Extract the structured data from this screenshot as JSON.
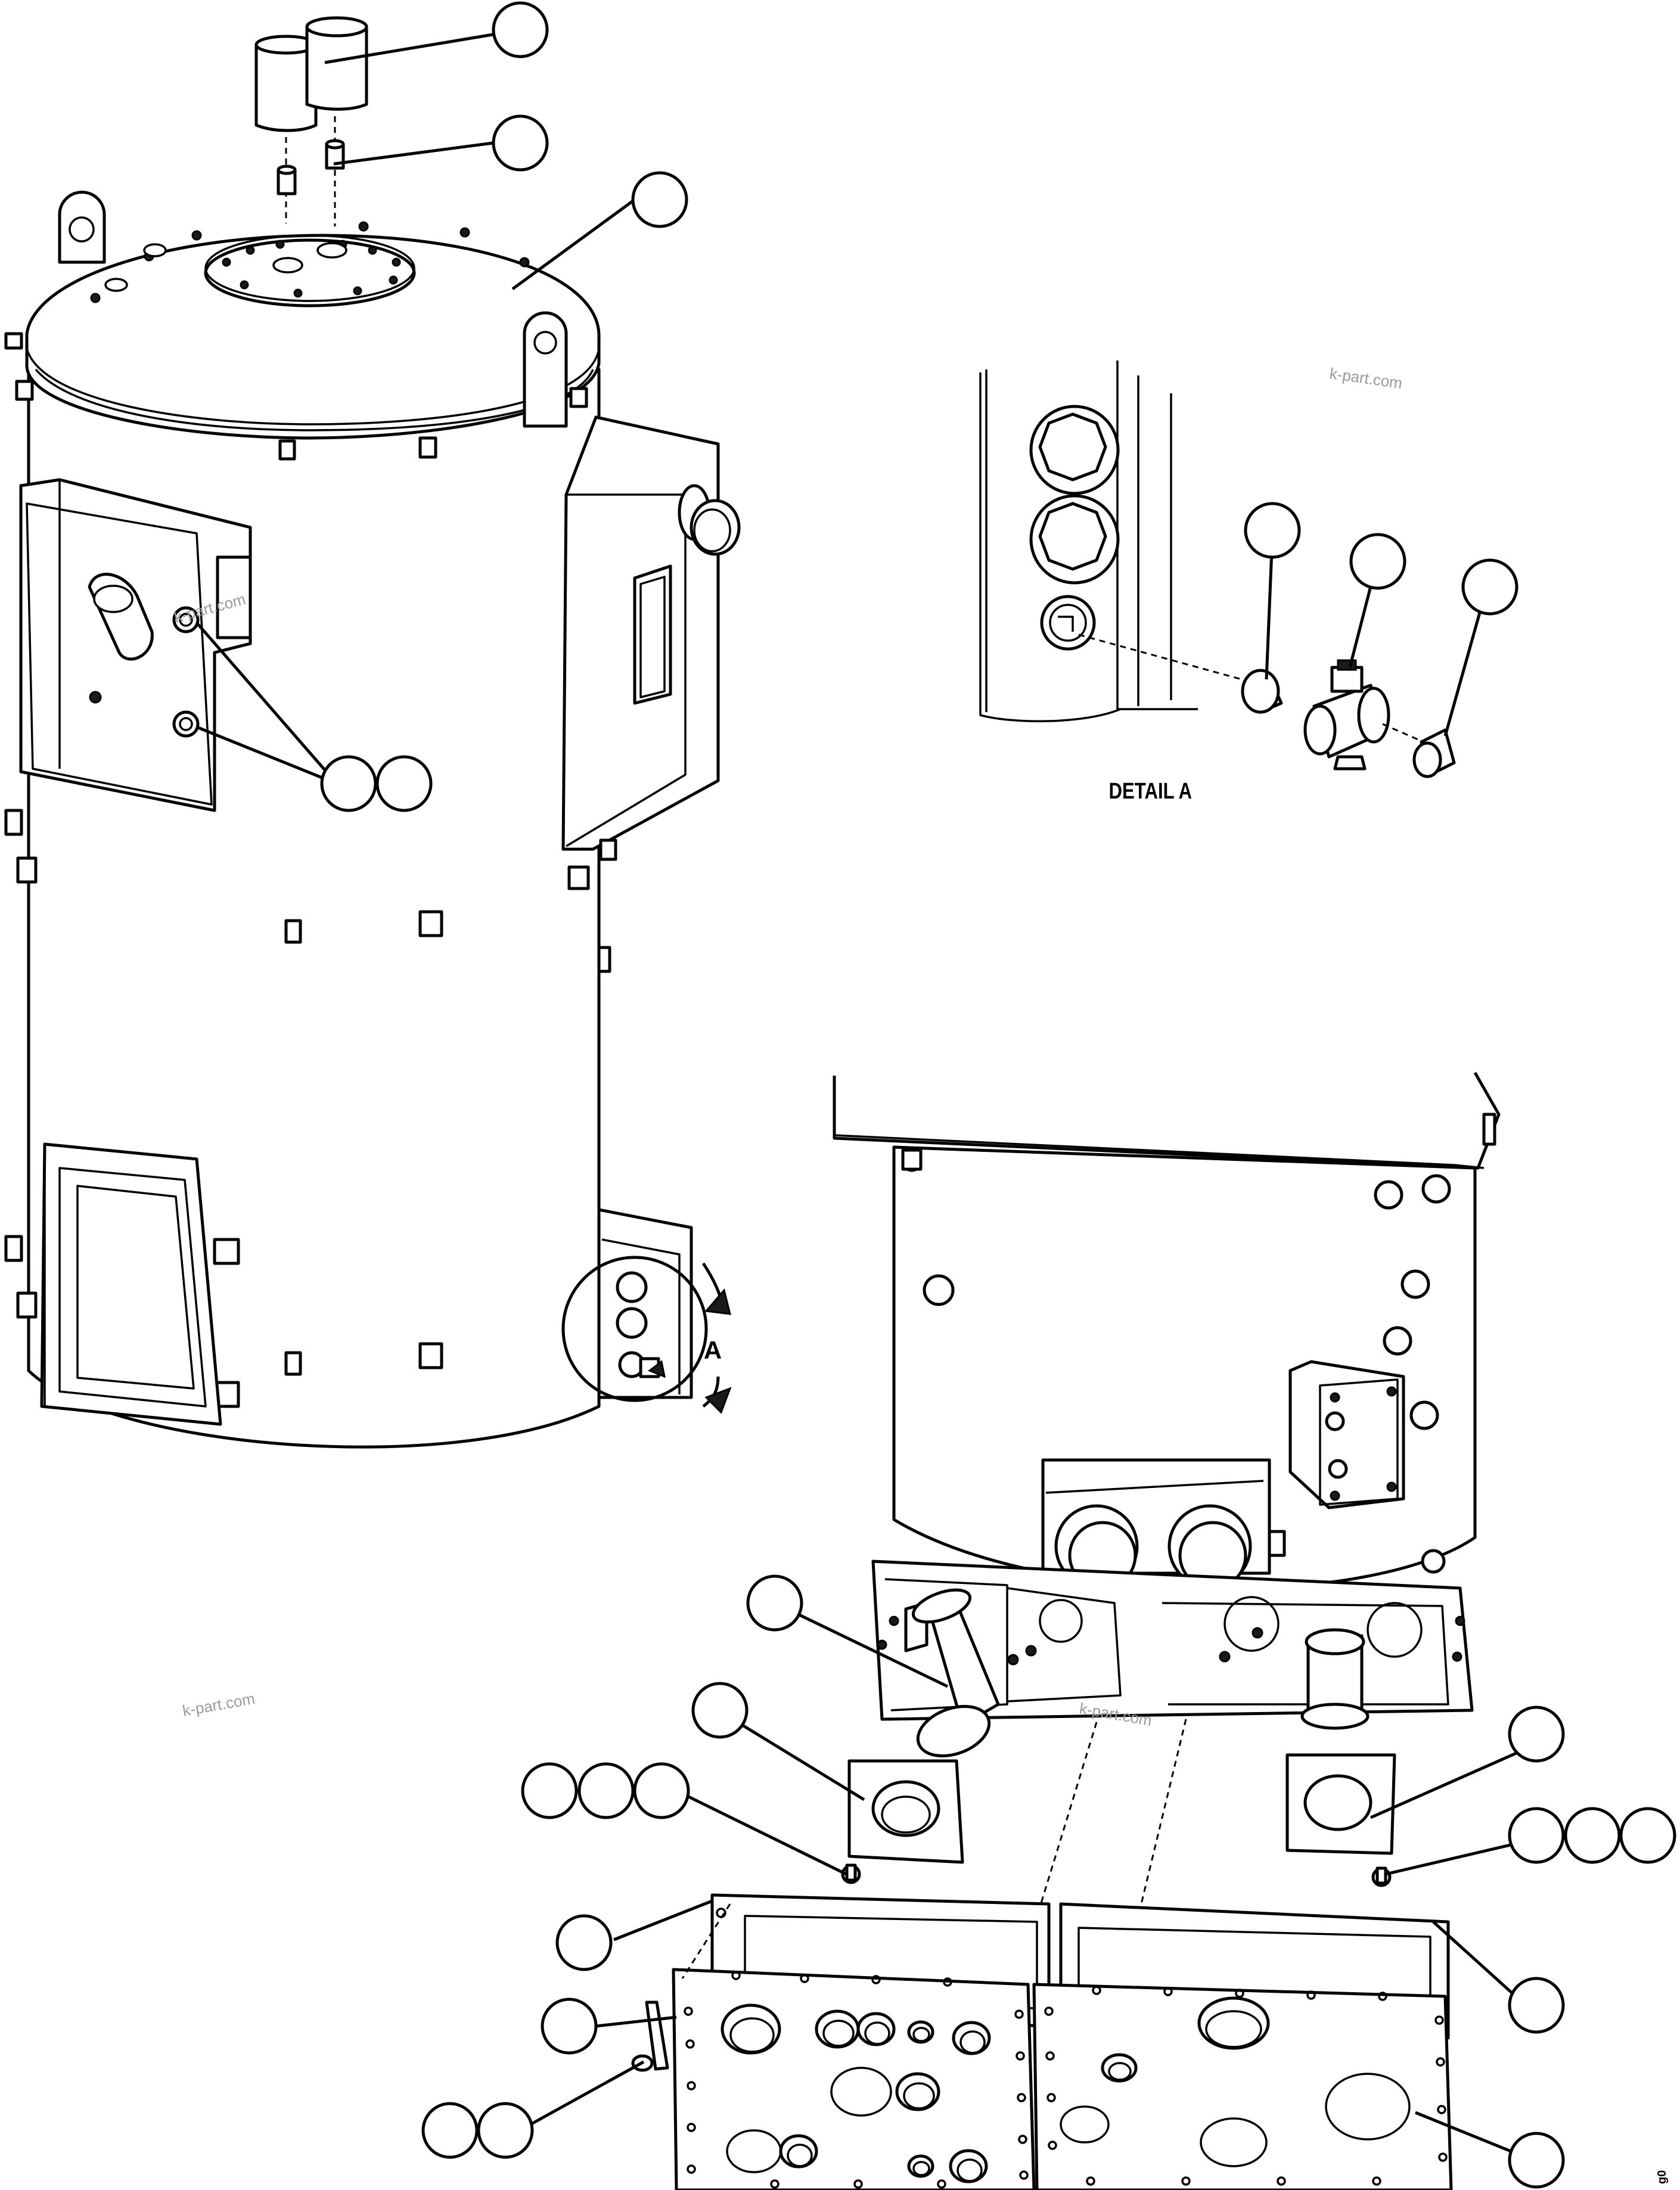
{
  "detail_label": "DETAIL A",
  "view_marker": "A",
  "watermarks": [
    "k-part.com",
    "k-part.com",
    "k-part.com",
    "k-part.com"
  ],
  "drawing_code": "g0",
  "callouts": [
    {
      "id": "c1",
      "text": ""
    },
    {
      "id": "c2",
      "text": ""
    },
    {
      "id": "c3",
      "text": ""
    },
    {
      "id": "c4",
      "text": ""
    },
    {
      "id": "c5",
      "text": ""
    },
    {
      "id": "c6",
      "text": ""
    },
    {
      "id": "c7",
      "text": ""
    },
    {
      "id": "c8",
      "text": ""
    },
    {
      "id": "c9",
      "text": ""
    },
    {
      "id": "c10",
      "text": ""
    },
    {
      "id": "c11",
      "text": ""
    },
    {
      "id": "c12",
      "text": ""
    },
    {
      "id": "c13",
      "text": ""
    },
    {
      "id": "c14",
      "text": ""
    },
    {
      "id": "c15",
      "text": ""
    },
    {
      "id": "c16",
      "text": ""
    },
    {
      "id": "c17",
      "text": ""
    },
    {
      "id": "c18",
      "text": ""
    },
    {
      "id": "c19",
      "text": ""
    },
    {
      "id": "c20",
      "text": ""
    },
    {
      "id": "c21",
      "text": ""
    },
    {
      "id": "c22",
      "text": ""
    },
    {
      "id": "c23",
      "text": ""
    },
    {
      "id": "c24",
      "text": ""
    },
    {
      "id": "c25",
      "text": ""
    }
  ]
}
